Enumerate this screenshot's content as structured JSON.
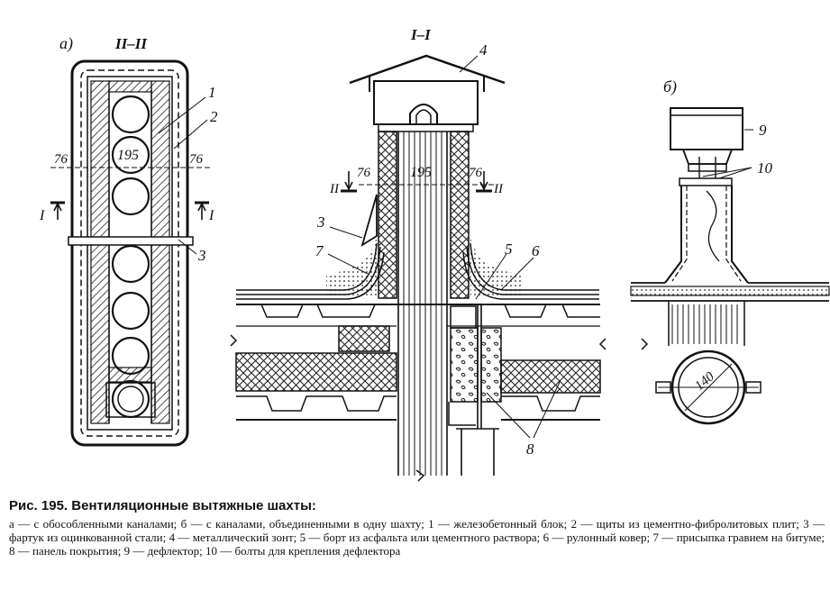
{
  "labels": {
    "view_a": "а)",
    "view_b": "б)",
    "section_2": "II–II",
    "section_1": "I–I",
    "mark_1": "1",
    "mark_2": "2",
    "mark_3": "3",
    "mark_4": "4",
    "mark_5": "5",
    "mark_6": "6",
    "mark_7": "7",
    "mark_8": "8",
    "mark_9": "9",
    "mark_10": "10",
    "dim_76": "76",
    "dim_195": "195",
    "dim_140": "140",
    "cut_1": "I",
    "cut_2": "II"
  },
  "caption": {
    "title": "Рис. 195. Вентиляционные вытяжные шахты:",
    "legend": "а — с обособленными каналами; б — с каналами, объединенными в одну шахту; 1 — железобетонный блок; 2 — щиты из цементно-фибролитовых плит; 3 — фартук из оцинкованной стали; 4 — металлический зонт; 5 — борт из асфальта или цементного раствора; 6 — рулонный ковер; 7 — присыпка гравием на битуме; 8 — панель покрытия; 9 — дефлектор; 10 — болты для крепления дефлектора"
  }
}
